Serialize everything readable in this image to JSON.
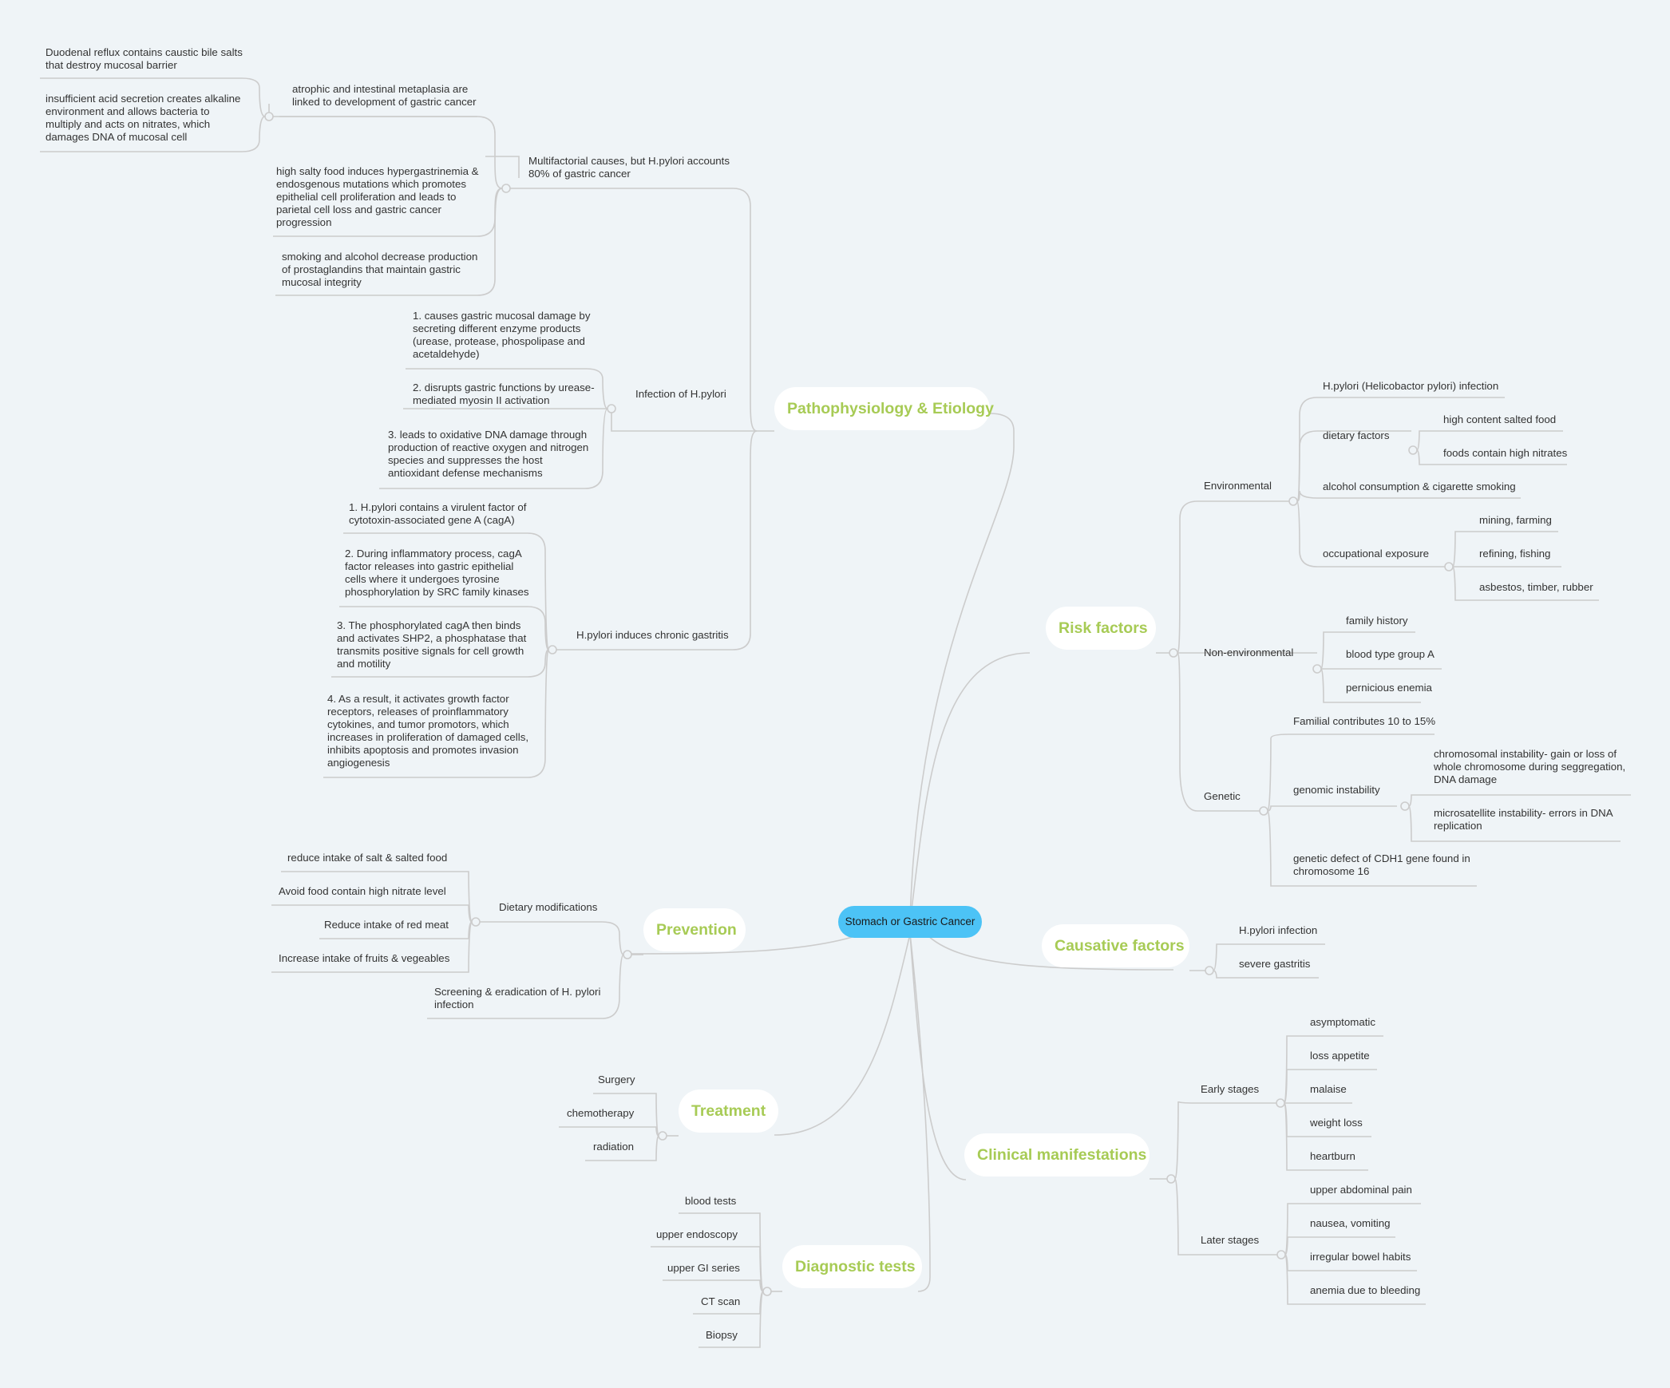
{
  "central": "Stomach or Gastric Cancer",
  "colors": {
    "background": "#eff4f7",
    "central": "#4cc3f6",
    "category_text": "#a7cb55",
    "line": "#cccccc"
  },
  "categories": {
    "patho": "Pathophysiology & Etiology",
    "risk": "Risk factors",
    "prevention": "Prevention",
    "causative": "Causative factors",
    "treatment": "Treatment",
    "clinical": "Clinical manifestations",
    "diagnostic": "Diagnostic tests"
  },
  "patho": {
    "multi": "Multifactorial causes, but H.pylori accounts 80% of gastric cancer",
    "atrophic": "atrophic and intestinal metaplasia are linked to development of gastric cancer",
    "duodenal": "Duodenal reflux contains caustic bile salts that destroy mucosal barrier",
    "insufficient": "insufficient acid secretion creates alkaline environment and allows bacteria to multiply and acts on nitrates, which damages DNA of mucosal cell",
    "salty": "high salty food induces hypergastrinemia & endosgenous mutations which promotes epithelial cell proliferation and leads to parietal cell loss and gastric cancer progression",
    "smoking": "smoking and alcohol decrease production of prostaglandins that maintain gastric mucosal integrity",
    "infection": "Infection of H.pylori",
    "inf1": "1. causes gastric mucosal damage by secreting different enzyme products (urease, protease, phospolipase and acetaldehyde)",
    "inf2": "2. disrupts gastric functions by urease-mediated myosin II activation",
    "inf3": "3. leads to oxidative DNA damage through production of reactive oxygen and nitrogen species and suppresses the host antioxidant defense mechanisms",
    "chronic": "H.pylori induces chronic gastritis",
    "chr1": "1. H.pylori contains a virulent factor of cytotoxin-associated gene A (cagA)",
    "chr2": "2. During inflammatory process, cagA factor releases into gastric epithelial cells where it undergoes tyrosine phosphorylation by SRC family kinases",
    "chr3": "3. The phosphorylated cagA then binds and activates SHP2, a phosphatase that transmits positive signals for cell growth and motility",
    "chr4": "4. As a result, it activates growth factor receptors, releases of proinflammatory cytokines, and tumor promotors, which increases in proliferation of damaged cells, inhibits apoptosis and promotes invasion angiogenesis"
  },
  "risk": {
    "environmental": "Environmental",
    "hpylori": "H.pylori (Helicobactor pylori) infection",
    "dietary": "dietary factors",
    "salted": "high content salted food",
    "nitrates": "foods contain high nitrates",
    "alcohol": "alcohol consumption & cigarette smoking",
    "occupational": "occupational exposure",
    "mining": "mining, farming",
    "refining": "refining, fishing",
    "asbestos": "asbestos, timber, rubber",
    "nonenv": "Non-environmental",
    "family": "family history",
    "blood": "blood type group A",
    "pernicious": "pernicious enemia",
    "genetic": "Genetic",
    "familial": "Familial contributes 10 to 15%",
    "genomic": "genomic instability",
    "chromosomal": "chromosomal instability- gain or loss of whole chromosome during seggregation, DNA damage",
    "microsatellite": "microsatellite instability- errors in DNA replication",
    "cdh1": "genetic defect of CDH1 gene found in chromosome 16"
  },
  "prevention": {
    "dietary": "Dietary modifications",
    "salt": "reduce intake of salt & salted food",
    "nitrate": "Avoid food contain high nitrate level",
    "redmeat": "Reduce intake of red meat",
    "fruits": "Increase intake of fruits & vegeables",
    "screening": "Screening & eradication of H. pylori infection"
  },
  "causative": {
    "hpylori": "H.pylori infection",
    "gastritis": "severe gastritis"
  },
  "treatment": {
    "surgery": "Surgery",
    "chemo": "chemotherapy",
    "radiation": "radiation"
  },
  "clinical": {
    "early": "Early stages",
    "asymptomatic": "asymptomatic",
    "appetite": "loss appetite",
    "malaise": "malaise",
    "weight": "weight loss",
    "heartburn": "heartburn",
    "later": "Later stages",
    "pain": "upper abdominal pain",
    "nausea": "nausea, vomiting",
    "bowel": "irregular bowel habits",
    "anemia": "anemia due to bleeding"
  },
  "diagnostic": {
    "blood": "blood tests",
    "endoscopy": "upper endoscopy",
    "gi": "upper GI series",
    "ct": "CT scan",
    "biopsy": "Biopsy"
  }
}
